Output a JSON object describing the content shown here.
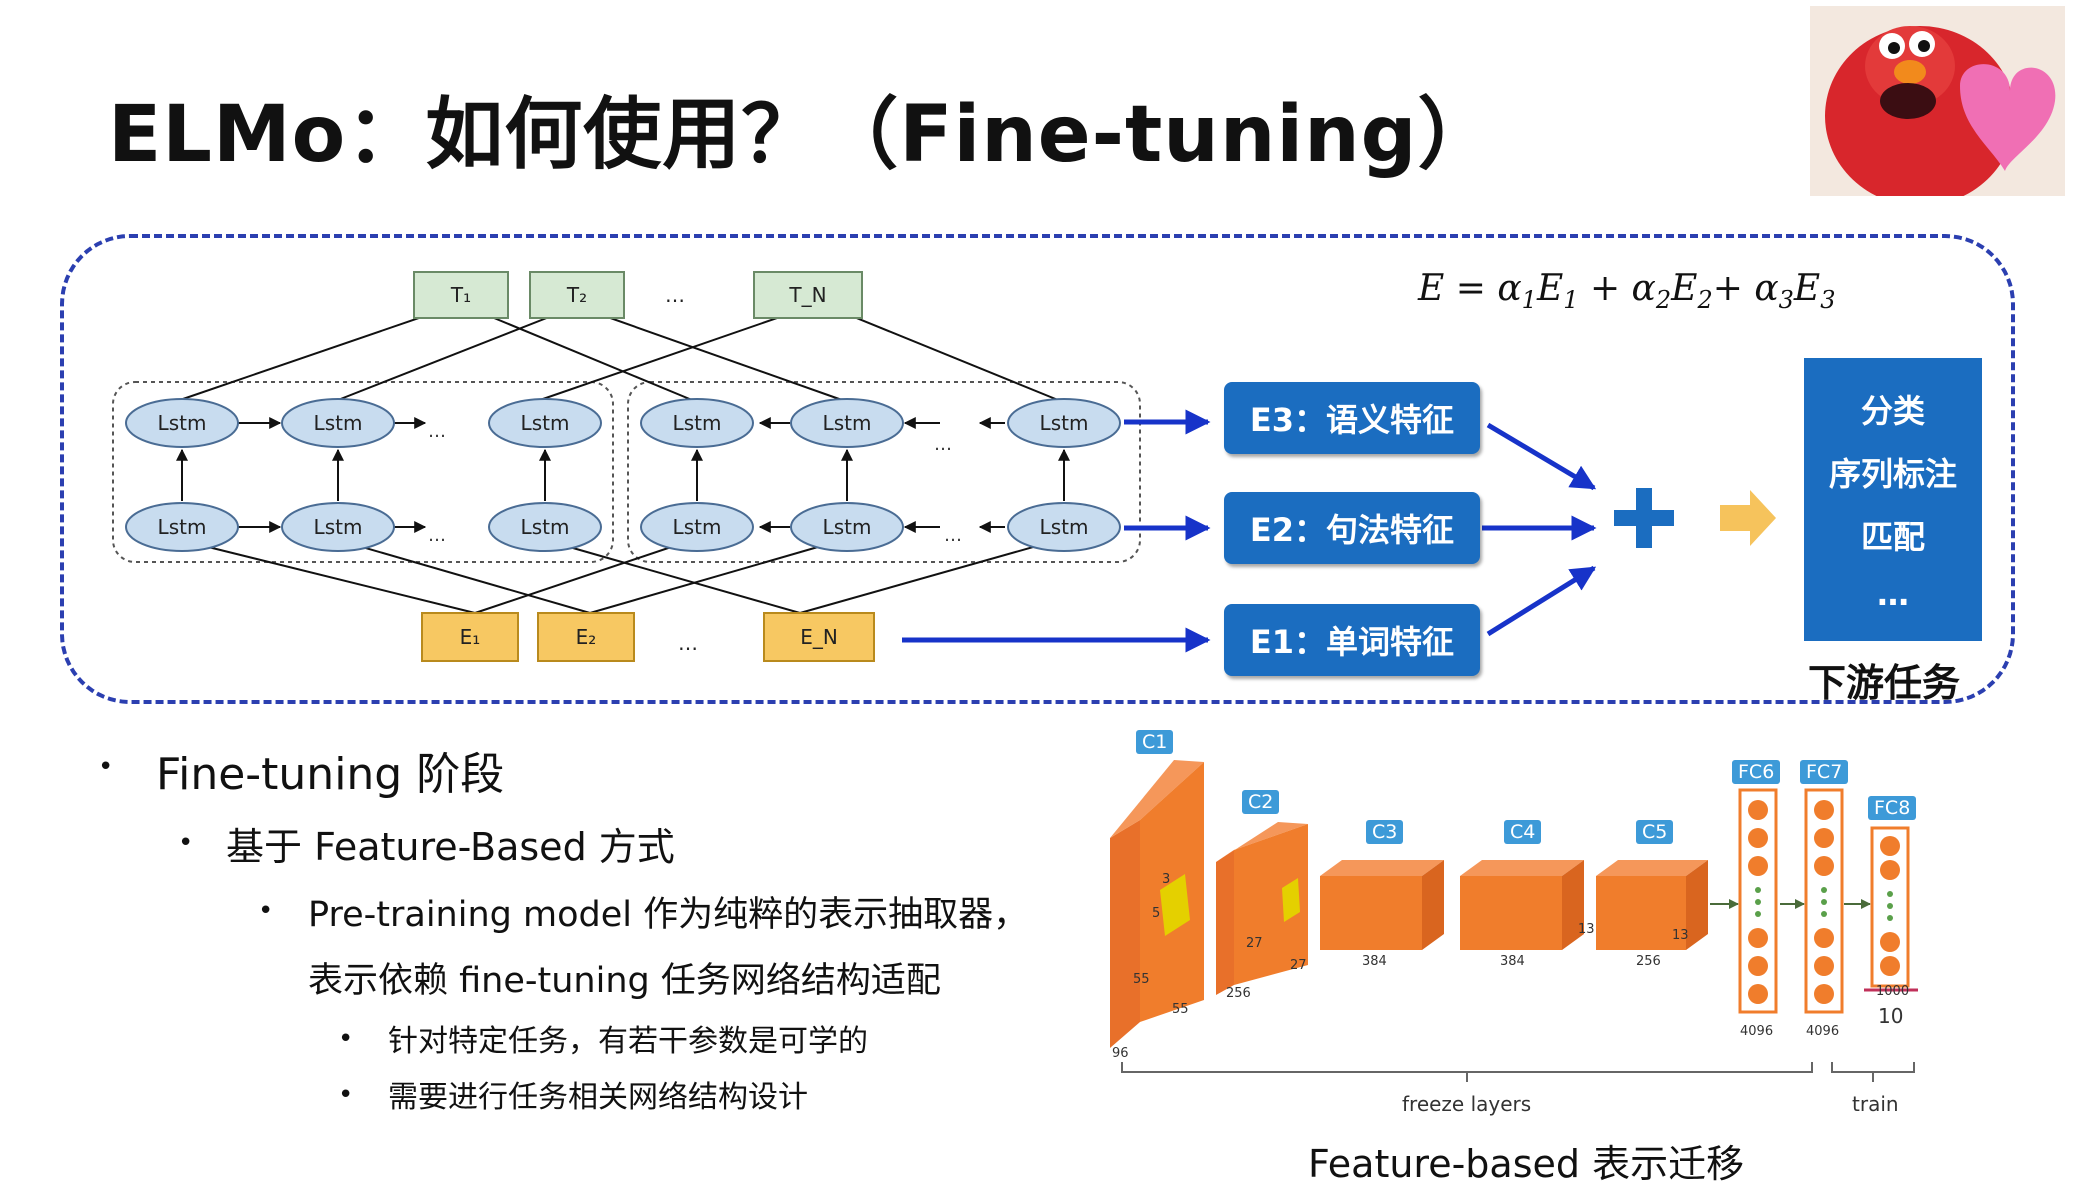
{
  "title": "ELMo：如何使用？（Fine-tuning）",
  "formula": {
    "lhs": "E",
    "rhs": "= α₁E₁ + α₂E₂+ α₃E₃"
  },
  "lstm_label": "Lstm",
  "outputs": [
    "T₁",
    "T₂",
    "…",
    "T_N"
  ],
  "inputs": [
    "E₁",
    "E₂",
    "…",
    "E_N"
  ],
  "ellipsis": "…",
  "features": [
    "E3：语义特征",
    "E2：句法特征",
    "E1：单词特征"
  ],
  "tasks": [
    "分类",
    "序列标注",
    "匹配",
    "…"
  ],
  "task_caption": "下游任务",
  "bullets": {
    "l1": "Fine-tuning 阶段",
    "l2": "基于 Feature-Based 方式",
    "l3a": "Pre-training model 作为纯粹的表示抽取器，",
    "l3b": "表示依赖 fine-tuning 任务网络结构适配",
    "l4a": "针对特定任务，有若干参数是可学的",
    "l4b": "需要进行任务相关网络结构设计"
  },
  "cnn": {
    "layers": [
      "C1",
      "C2",
      "C3",
      "C4",
      "C5",
      "FC6",
      "FC7",
      "FC8"
    ],
    "dims": [
      "55",
      "55",
      "96",
      "27",
      "27",
      "256",
      "384",
      "384",
      "256",
      "13",
      "13",
      "4096",
      "4096",
      "1000",
      "10",
      "5",
      "3"
    ],
    "freeze_label": "freeze layers",
    "train_label": "train",
    "caption": "Feature-based 表示迁移"
  },
  "colors": {
    "accent_blue": "#1b6dc0",
    "lstm_fill": "#c8dcef",
    "embed_fill": "#f7c862",
    "out_fill": "#d6e9d3",
    "cnn_orange": "#f07d2c",
    "plus": "#1b6dc0",
    "arrow_yellow": "#f6c35c"
  }
}
